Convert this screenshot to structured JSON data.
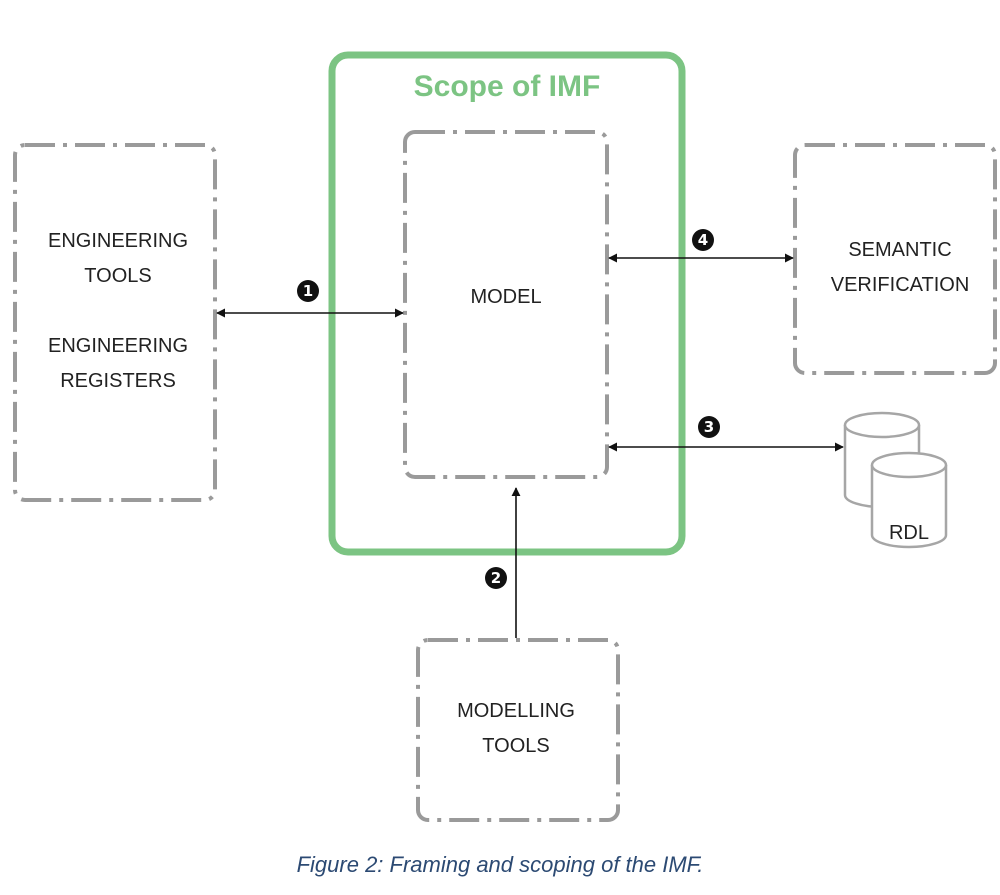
{
  "diagram": {
    "scope_title": "Scope of IMF",
    "nodes": {
      "engineering": {
        "line1": "ENGINEERING",
        "line2": "TOOLS",
        "line3": "ENGINEERING",
        "line4": "REGISTERS"
      },
      "model": {
        "label": "MODEL"
      },
      "semantic": {
        "line1": "SEMANTIC",
        "line2": "VERIFICATION"
      },
      "rdl": {
        "label": "RDL"
      },
      "modelling": {
        "line1": "MODELLING",
        "line2": "TOOLS"
      }
    },
    "markers": {
      "m1": "1",
      "m2": "2",
      "m3": "3",
      "m4": "4"
    },
    "colors": {
      "scope_border": "#7cc483",
      "dash_border": "#9a9a9a",
      "arrow": "#111111",
      "caption": "#2c4a73"
    }
  },
  "caption": "Figure 2: Framing and scoping of the IMF."
}
